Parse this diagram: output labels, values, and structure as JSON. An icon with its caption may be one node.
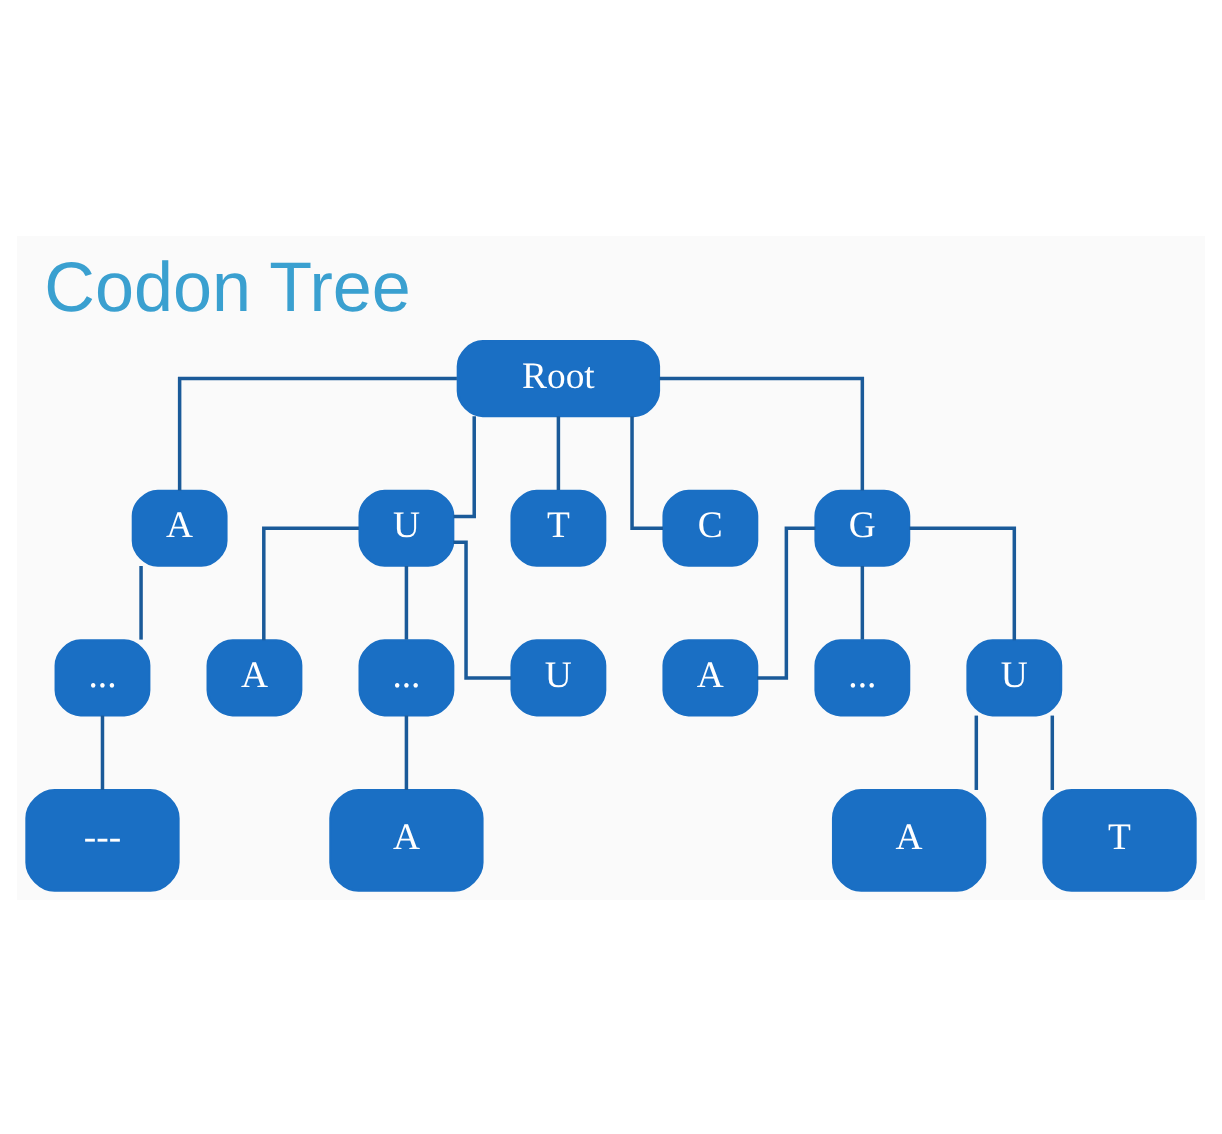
{
  "diagram": {
    "title": "Codon Tree",
    "nodes": [
      {
        "text": [
          "Root"
        ]
      },
      {
        "text": [
          "A"
        ]
      },
      {
        "text": [
          "U"
        ]
      },
      {
        "text": [
          "T"
        ]
      },
      {
        "text": [
          "C"
        ]
      },
      {
        "text": [
          "G"
        ]
      },
      {
        "text": [
          "..."
        ]
      },
      {
        "text": [
          "A"
        ]
      },
      {
        "text": [
          "..."
        ]
      },
      {
        "text": [
          "U"
        ]
      },
      {
        "text": [
          "A"
        ]
      },
      {
        "text": [
          "..."
        ]
      },
      {
        "text": [
          "U"
        ]
      },
      {
        "text": [
          "---"
        ]
      },
      {
        "text": [
          "A"
        ]
      },
      {
        "text": [
          "A"
        ]
      },
      {
        "text": [
          "T"
        ]
      }
    ],
    "edges": [
      {
        "from": 0,
        "to": 1,
        "arrow": "none"
      },
      {
        "from": 0,
        "to": 2,
        "arrow": "none"
      },
      {
        "from": 0,
        "to": 3,
        "arrow": "none"
      },
      {
        "from": 0,
        "to": 4,
        "arrow": "none"
      },
      {
        "from": 0,
        "to": 5,
        "arrow": "none"
      },
      {
        "from": 1,
        "to": 6,
        "arrow": "none"
      },
      {
        "from": 6,
        "to": 13,
        "arrow": "none"
      },
      {
        "from": 2,
        "to": 7,
        "arrow": "none"
      },
      {
        "from": 2,
        "to": 8,
        "arrow": "none"
      },
      {
        "from": 2,
        "to": 9,
        "arrow": "none"
      },
      {
        "from": 8,
        "to": 14,
        "arrow": "none"
      },
      {
        "from": 5,
        "to": 10,
        "arrow": "none"
      },
      {
        "from": 5,
        "to": 11,
        "arrow": "none"
      },
      {
        "from": 5,
        "to": 12,
        "arrow": "none"
      },
      {
        "from": 12,
        "to": 15,
        "arrow": "none"
      },
      {
        "from": 12,
        "to": 16,
        "arrow": "none"
      }
    ]
  }
}
